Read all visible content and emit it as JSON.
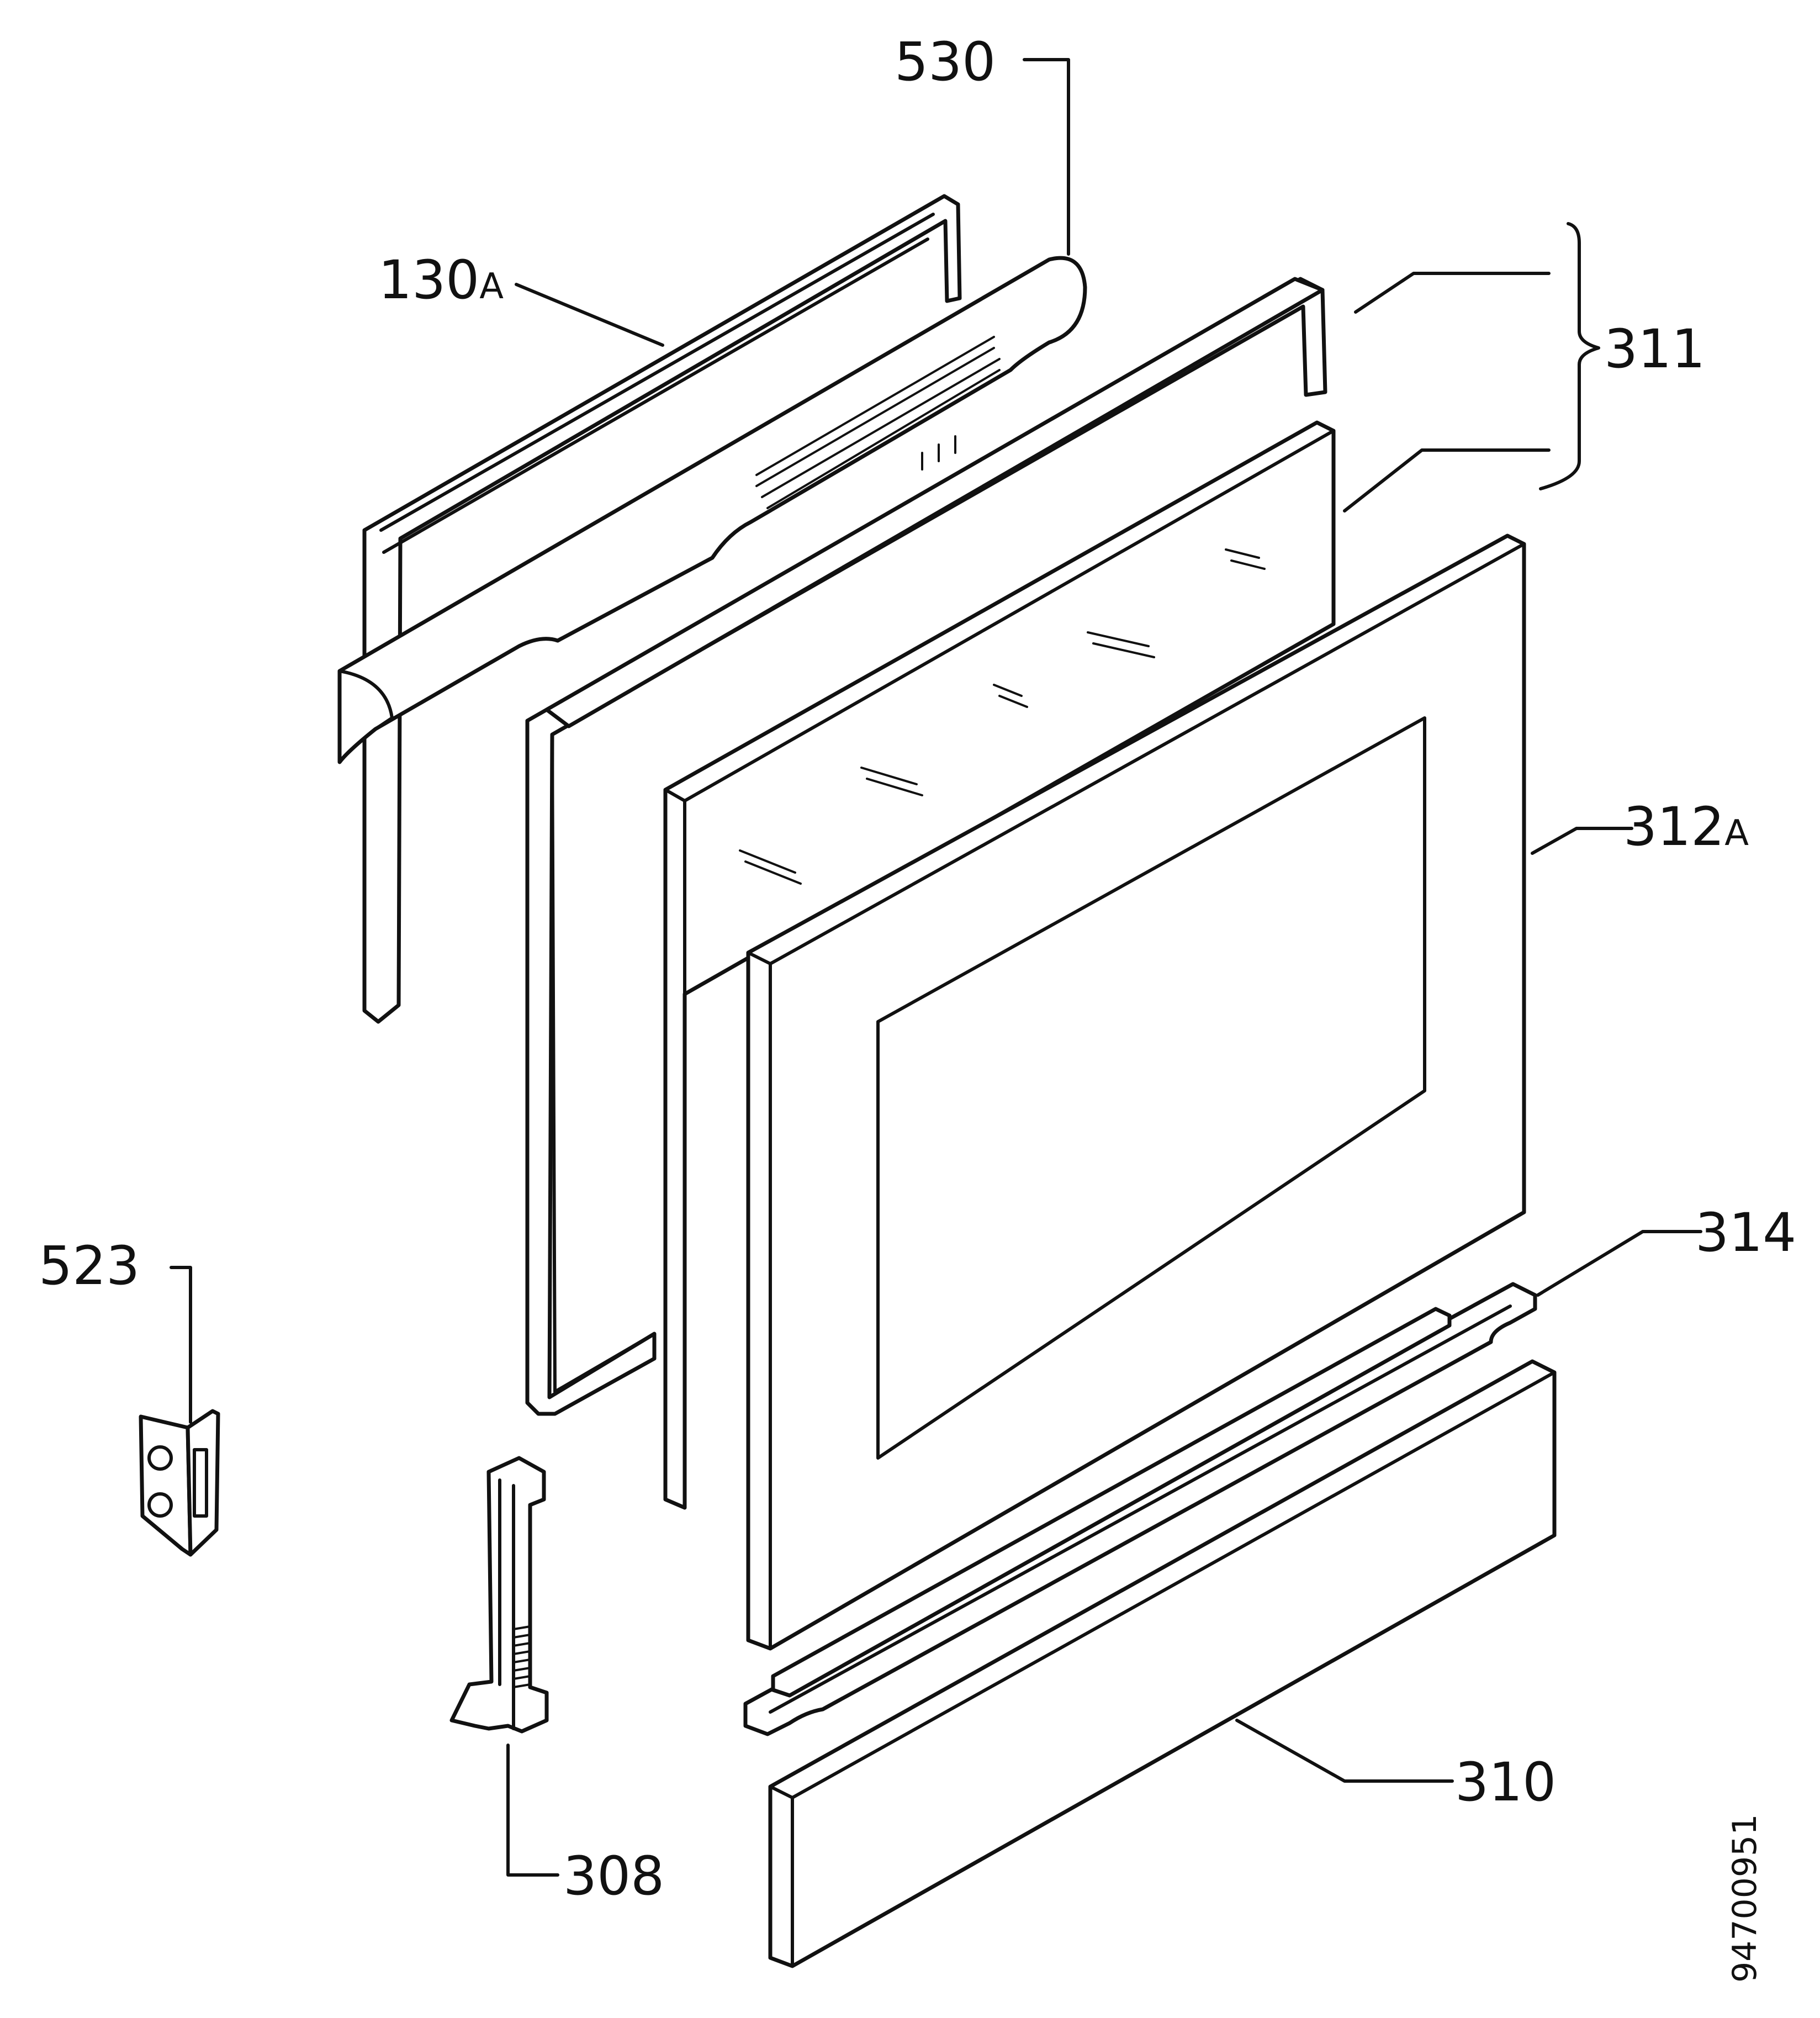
{
  "callouts": {
    "p530": "530",
    "p130a_num": "130",
    "p130a_suffix": "A",
    "p311": "311",
    "p312a_num": "312",
    "p312a_suffix": "A",
    "p314": "314",
    "p523": "523",
    "p310": "310",
    "p308": "308"
  },
  "drawing_number": "94700951"
}
